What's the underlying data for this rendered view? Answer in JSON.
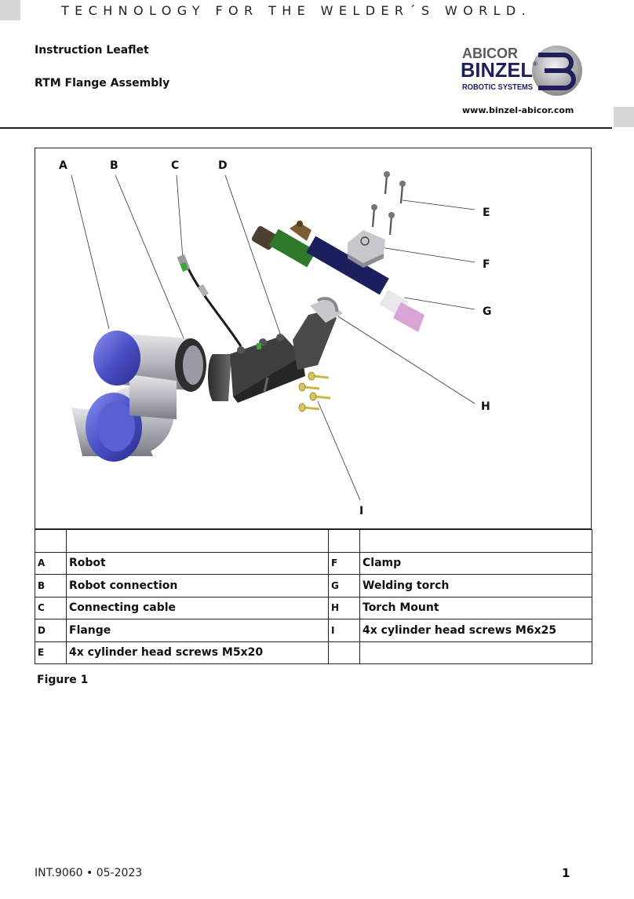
{
  "header": {
    "tagline": "TECHNOLOGY FOR THE WELDER´S WORLD.",
    "doc_type": "Instruction Leaflet",
    "doc_title": "RTM Flange Assembly",
    "website": "www.binzel-abicor.com",
    "logo": {
      "line1": "ABICOR",
      "line2": "BINZEL",
      "line3": "ROBOTIC SYSTEMS",
      "mark": "®",
      "primary_color": "#1f1f5c",
      "accent_color": "#5a5a5a"
    }
  },
  "figure": {
    "callouts": [
      "A",
      "B",
      "C",
      "D",
      "E",
      "F",
      "G",
      "H",
      "I"
    ],
    "caption": "Figure 1",
    "part_colors": {
      "robot_blue": "#4b4fc6",
      "robot_grey": "#b8b8c0",
      "torch_green": "#2f7a2a",
      "torch_navy": "#1c1f5e",
      "nozzle_pink": "#d9a4d6",
      "screw_gold": "#c8b84a"
    }
  },
  "legend": {
    "rows": [
      {
        "key1": "",
        "desc1": "",
        "key2": "",
        "desc2": ""
      },
      {
        "key1": "A",
        "desc1": "Robot",
        "key2": "F",
        "desc2": "Clamp"
      },
      {
        "key1": "B",
        "desc1": "Robot connection",
        "key2": "G",
        "desc2": "Welding torch"
      },
      {
        "key1": "C",
        "desc1": "Connecting cable",
        "key2": "H",
        "desc2": "Torch Mount"
      },
      {
        "key1": "D",
        "desc1": "Flange",
        "key2": "I",
        "desc2": "4x cylinder head screws M6x25"
      },
      {
        "key1": "E",
        "desc1": "4x cylinder head screws M5x20",
        "key2": "",
        "desc2": ""
      }
    ]
  },
  "footer": {
    "doc_number": "INT.9060 • 05-2023",
    "page_number": "1"
  }
}
